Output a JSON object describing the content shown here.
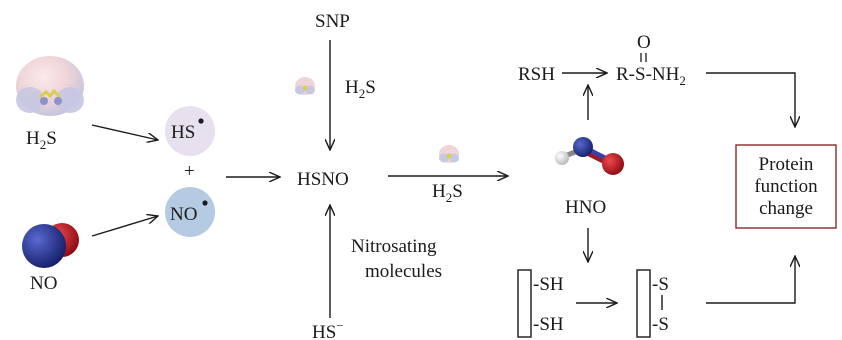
{
  "labels": {
    "h2s": "H",
    "h2s_sub": "2",
    "h2s_tail": "S",
    "no": "NO",
    "hs_radical": "HS",
    "plus": "+",
    "no_radical": "NO",
    "snp": "SNP",
    "h2s_upper": "H",
    "h2s_upper_sub": "2",
    "h2s_upper_tail": "S",
    "hsno": "HSNO",
    "nitrosating_1": "Nitrosating",
    "nitrosating_2": "molecules",
    "hs_minus": "HS",
    "hs_minus_sup": "−",
    "h2s_mid": "H",
    "h2s_mid_sub": "2",
    "h2s_mid_tail": "S",
    "hno": "HNO",
    "rsh": "RSH",
    "o_atom": "O",
    "sulfinamide_prefix": "R-S-NH",
    "sulfinamide_sub": "2",
    "protein_1": "Protein",
    "protein_2": "function",
    "protein_3": "change",
    "sh_top": "-SH",
    "sh_bottom": "-SH",
    "s_top": "-S",
    "s_bottom": "-S"
  },
  "colors": {
    "hs_circle": "#e7e0ef",
    "no_circle": "#b5cbe3",
    "box_border": "#8b2a2a",
    "nitrogen": "#2a3a9e",
    "oxygen": "#c0141c",
    "sulfur": "#d8d050"
  }
}
